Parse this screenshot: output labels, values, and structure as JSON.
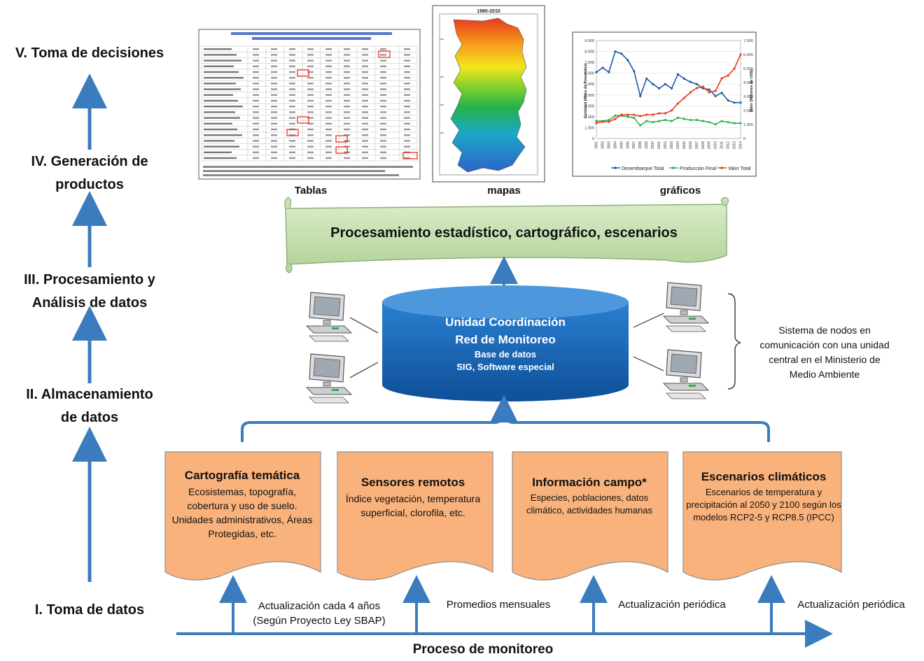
{
  "levels": {
    "l5": "V. Toma de decisiones",
    "l4_line1": "IV. Generación de",
    "l4_line2": "productos",
    "l3_line1": "III. Procesamiento y",
    "l3_line2": "Análisis de datos",
    "l2_line1": "II. Almacenamiento",
    "l2_line2": "de datos",
    "l1": "I. Toma de datos"
  },
  "products": {
    "tablas": "Tablas",
    "mapas": "mapas",
    "graficos": "gráficos",
    "map_header": "1980-2010"
  },
  "processing": {
    "label": "Procesamiento estadístico, cartográfico, escenarios"
  },
  "central": {
    "title1": "Unidad Coordinación",
    "title2": "Red de Monitoreo",
    "sub1": "Base de datos",
    "sub2": "SIG, Software especial"
  },
  "side_note": "Sistema de nodos en comunicación con una unidad central en el Ministerio de Medio Ambiente",
  "sources": [
    {
      "title": "Cartografía temática",
      "desc": "Ecosistemas, topografía, cobertura y uso de suelo. Unidades administrativos, Áreas Protegidas, etc."
    },
    {
      "title": "Sensores remotos",
      "desc": "Índice vegetación, temperatura superficial, clorofila, etc."
    },
    {
      "title": "Información campo*",
      "desc": "Especies, poblaciones, datos climático, actividades humanas"
    },
    {
      "title": "Escenarios climáticos",
      "desc": "Escenarios de temperatura y precipitación al 2050 y 2100 según los modelos RCP2-5 y RCP8.5 (IPCC)"
    }
  ],
  "frequencies": {
    "f1_line1": "Actualización cada 4 años",
    "f1_line2": "(Según Proyecto Ley SBAP)",
    "f2": "Promedios mensuales",
    "f3": "Actualización periódica",
    "f4": "Actualización periódica"
  },
  "process_label": "Proceso de monitoreo",
  "mini_chart": {
    "left_axis_label": "Cantidad (Miles de Toneladas)",
    "right_axis_label": "Valor (Millones de US$)",
    "left_ticks": [
      "0",
      "1.000",
      "2.000",
      "3.000",
      "4.000",
      "5.000",
      "6.000",
      "7.000",
      "8.000",
      "9.000"
    ],
    "right_ticks": [
      "0",
      "1.000",
      "2.000",
      "3.000",
      "4.000",
      "5.000",
      "6.000",
      "7.000"
    ],
    "legend": [
      "Desembarque Total",
      "Producción Final",
      "Valor Total"
    ]
  },
  "chart_data": {
    "type": "line",
    "x": [
      "1991",
      "1992",
      "1993",
      "1994",
      "1995",
      "1996",
      "1997",
      "1998",
      "1999",
      "2000",
      "2001",
      "2002",
      "2003",
      "2004",
      "2005",
      "2006",
      "2007",
      "2008",
      "2009",
      "2010",
      "2011",
      "2012",
      "2013",
      "2014"
    ],
    "series": [
      {
        "name": "Desembarque Total",
        "axis": "left",
        "color": "#1f5aa6",
        "values": [
          6100,
          6500,
          6100,
          8000,
          7800,
          7200,
          6200,
          3900,
          5500,
          5000,
          4600,
          5000,
          4600,
          5900,
          5500,
          5200,
          5000,
          4600,
          4500,
          3900,
          4200,
          3500,
          3300,
          3300
        ]
      },
      {
        "name": "Producción Final",
        "axis": "left",
        "color": "#2db34a",
        "values": [
          1600,
          1600,
          1700,
          2100,
          2100,
          2000,
          1900,
          1200,
          1600,
          1500,
          1600,
          1700,
          1600,
          1900,
          1800,
          1700,
          1700,
          1600,
          1500,
          1300,
          1600,
          1500,
          1400,
          1400
        ]
      },
      {
        "name": "Valor Total",
        "axis": "right",
        "color": "#ee3a22",
        "values": [
          1100,
          1200,
          1200,
          1400,
          1700,
          1700,
          1700,
          1600,
          1700,
          1700,
          1800,
          1800,
          2000,
          2500,
          2900,
          3300,
          3600,
          3700,
          3300,
          3400,
          4300,
          4500,
          5000,
          6000
        ]
      }
    ],
    "ylim_left": [
      0,
      9000
    ],
    "ylim_right": [
      0,
      7000
    ],
    "legend_position": "bottom"
  },
  "colors": {
    "arrow": "#3a7cbd",
    "doc_fill": "#f9b27b",
    "doc_stroke": "#8f8f8f",
    "scroll_fill": "#c5e0b4",
    "scroll_stroke": "#8fae7a",
    "cylinder": "#1f6fbf",
    "cylinder_top": "#4d97dc"
  }
}
